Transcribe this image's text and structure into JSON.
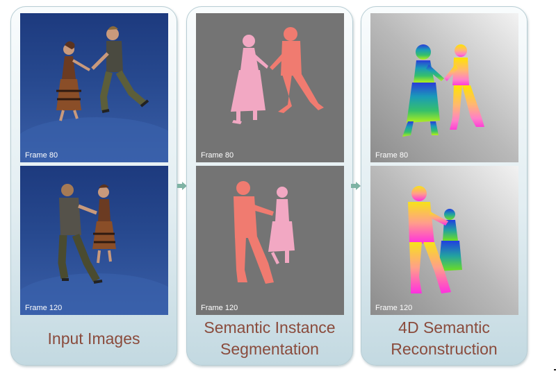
{
  "panels": [
    {
      "caption_lines": [
        "Input Images"
      ],
      "frames": [
        {
          "label": "Frame 80",
          "content": "photo"
        },
        {
          "label": "Frame 120",
          "content": "photo"
        }
      ]
    },
    {
      "caption_lines": [
        "Semantic Instance",
        "Segmentation"
      ],
      "frames": [
        {
          "label": "Frame 80",
          "content": "segmentation"
        },
        {
          "label": "Frame 120",
          "content": "segmentation"
        }
      ]
    },
    {
      "caption_lines": [
        "4D Semantic",
        "Reconstruction"
      ],
      "frames": [
        {
          "label": "Frame 80",
          "content": "reconstruction"
        },
        {
          "label": "Frame 120",
          "content": "reconstruction"
        }
      ]
    }
  ],
  "colors": {
    "caption_text": "#8a4b3c",
    "arrow": "#7fb3a4",
    "photo_bg": "#2b4f9a",
    "segmentation_bg": "#747474",
    "instance_female": "#f2a8c3",
    "instance_male": "#f07b70",
    "panel_border": "#b7cdd4"
  },
  "icons": [
    "arrow-right-icon",
    "arrow-right-icon"
  ]
}
